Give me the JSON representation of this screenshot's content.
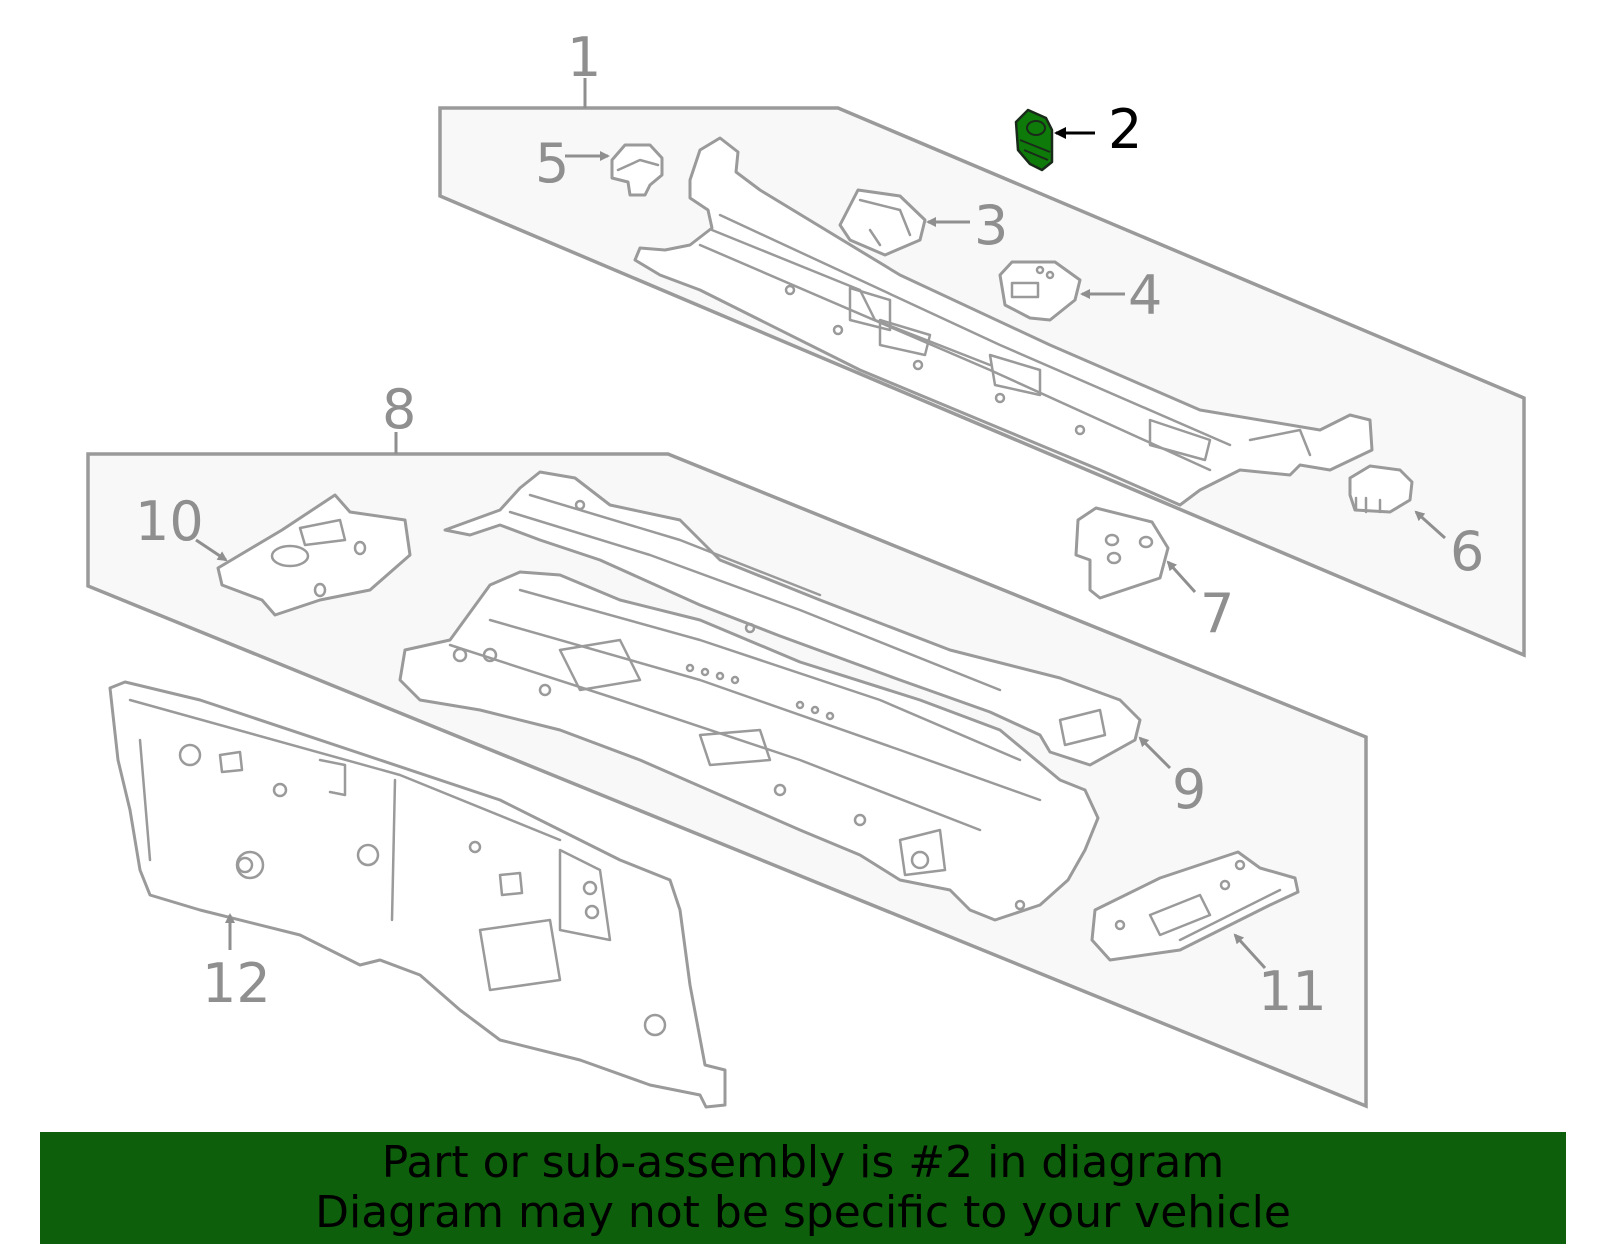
{
  "diagram": {
    "highlight_color": "#0e7a0a",
    "line_color": "#9a9a9a",
    "highlighted_part": "2",
    "callouts": {
      "c1": "1",
      "c2": "2",
      "c3": "3",
      "c4": "4",
      "c5": "5",
      "c6": "6",
      "c7": "7",
      "c8": "8",
      "c9": "9",
      "c10": "10",
      "c11": "11",
      "c12": "12"
    }
  },
  "banner": {
    "color": "#0e5f0c",
    "line1": "Part or sub-assembly is #2 in diagram",
    "line2": "Diagram may not be specific to your vehicle"
  }
}
